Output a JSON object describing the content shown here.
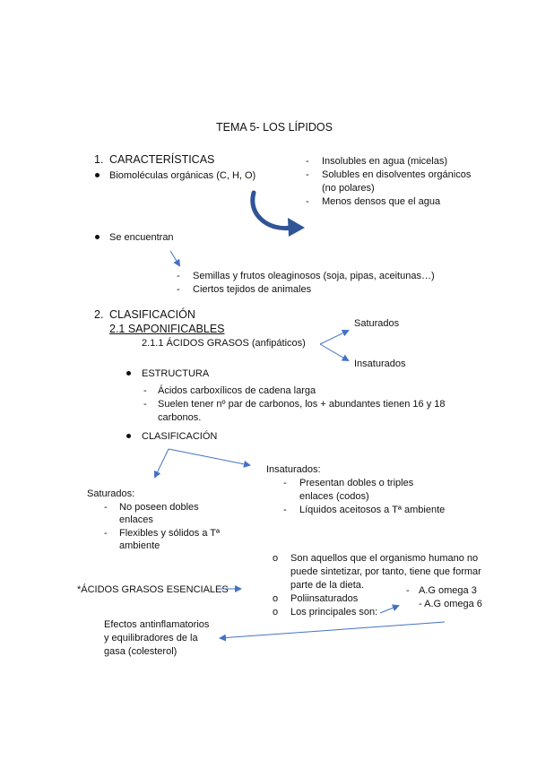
{
  "title": "TEMA 5- LOS LÍPIDOS",
  "section1": {
    "number": "1.",
    "heading": "CARACTERÍSTICAS",
    "bullet1": "Biomoléculas orgánicas (C, H, O)",
    "props": [
      "Insolubles en agua (micelas)",
      "Solubles en disolventes orgánicos",
      "(no polares)",
      "Menos densos que el agua"
    ],
    "bullet2": "Se encuentran",
    "found": [
      "Semillas y frutos oleaginosos (soja, pipas, aceitunas…)",
      "Ciertos tejidos de animales"
    ]
  },
  "section2": {
    "number": "2.",
    "heading": "CLASIFICACIÓN",
    "sub": "2.1 SAPONIFICABLES",
    "subsub": "2.1.1 ÁCIDOS GRASOS (anfipáticos)",
    "types": [
      "Saturados",
      "Insaturados"
    ],
    "estructura": {
      "label": "ESTRUCTURA",
      "items": [
        "Ácidos carboxílicos de cadena larga",
        "Suelen tener nº par de carbonos, los + abundantes tienen 16 y 18",
        "carbonos."
      ]
    },
    "clasificacion": {
      "label": "CLASIFICACIÓN",
      "insaturados_title": "Insaturados:",
      "insaturados_items": [
        "Presentan dobles o triples",
        "enlaces (codos)",
        "Líquidos aceitosos a Tª ambiente"
      ],
      "saturados_title": "Saturados:",
      "saturados_items": [
        "No poseen dobles",
        "enlaces",
        "Flexibles y sólidos a Tª",
        "ambiente"
      ]
    }
  },
  "esenciales": {
    "label": "*ÁCIDOS GRASOS ESENCIALES",
    "items": [
      "Son aquellos que el organismo humano no",
      "puede sintetizar, por tanto, tiene que formar",
      "parte de la dieta.",
      "Poliinsaturados",
      "Los principales son:"
    ],
    "omega": [
      "A.G omega 3",
      "- A.G omega 6"
    ],
    "effects": [
      "Efectos antinflamatorios",
      "y equilibradores de la",
      "gasa (colesterol)"
    ]
  },
  "colors": {
    "arrow": "#4472c4",
    "big_arrow": "#2f5597",
    "text": "#111111"
  }
}
